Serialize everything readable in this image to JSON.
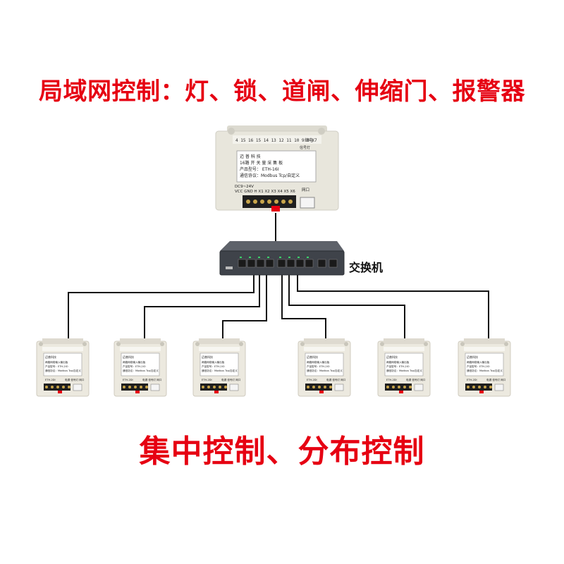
{
  "top_title": "局域网控制：灯、锁、道闸、伸缩门、报警器",
  "bottom_title": "集中控制、分布控制",
  "switch_label": "交换机",
  "main_controller": {
    "terminal_row_top": "4 15 16 15 14 13 12 11 10 9 8 X7",
    "terminal_row_top_right": "继电",
    "terminal_right_sub": "信号灯",
    "label_lines": [
      "迈 普 科 技",
      "16路 开 关 量 采 集 板",
      "产品型号： ETH-16I",
      "通信协议：Modbus Tcp/自定义"
    ],
    "power": "DC9~24V",
    "terminal_row_bottom": "VCC GND H X1 X2 X3 X4 X5 X6",
    "port_label": "网口"
  },
  "sub_devices": [
    {
      "title": "迈普科技",
      "model": "ETH-2DI",
      "lines": [
        "两路网络输入输出板",
        "产品型号：ETH-2IO",
        "通信协议：Modbus Tcp/自定义"
      ],
      "bottom": "电源  信号灯  网口"
    },
    {
      "title": "迈普科技",
      "model": "ETH-2DI",
      "lines": [
        "两路网络输入输出板",
        "产品型号：ETH-2IO",
        "通信协议：Modbus Tcp/自定义"
      ],
      "bottom": "电源  信号灯  网口"
    },
    {
      "title": "迈普科技",
      "model": "ETH-2DI",
      "lines": [
        "两路网络输入输出板",
        "产品型号：ETH-2IO",
        "通信协议：Modbus Tcp/自定义"
      ],
      "bottom": "电源  信号灯  网口"
    },
    {
      "title": "迈普科技",
      "model": "ETH-2DI",
      "lines": [
        "两路网络输入输出板",
        "产品型号：ETH-2IO",
        "通信协议：Modbus Tcp/自定义"
      ],
      "bottom": "电源  信号灯  网口"
    },
    {
      "title": "迈普科技",
      "model": "ETH-2DI",
      "lines": [
        "两路网络输入输出板",
        "产品型号：ETH-2IO",
        "通信协议：Modbus Tcp/自定义"
      ],
      "bottom": "电源  信号灯  网口"
    },
    {
      "title": "迈普科技",
      "model": "ETH-2DI",
      "lines": [
        "两路网络输入输出板",
        "产品型号：ETH-2IO",
        "通信协议：Modbus Tcp/自定义"
      ],
      "bottom": "电源  信号灯  网口"
    }
  ],
  "colors": {
    "title_red": "#e60012",
    "device_body": "#f1efe6",
    "switch_body": "#4a4e55",
    "wire": "#111111"
  }
}
